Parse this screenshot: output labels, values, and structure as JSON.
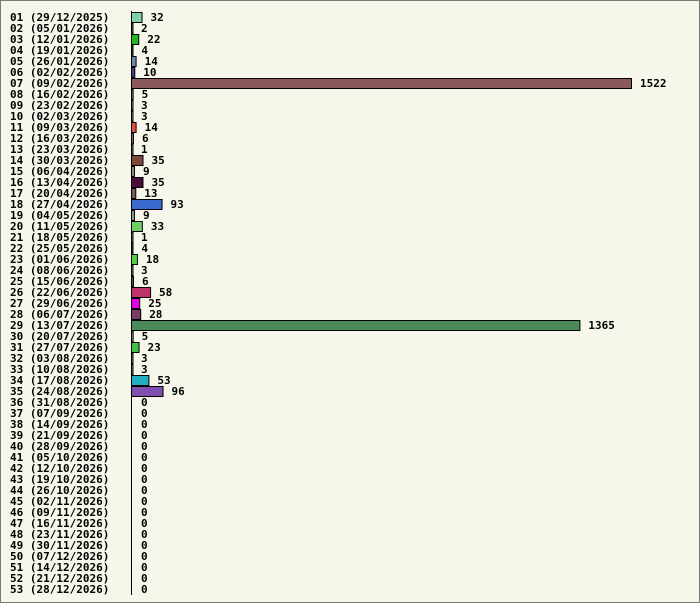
{
  "chart_data": {
    "type": "bar",
    "orientation": "horizontal",
    "background": "#f6f6ea",
    "categories": [
      "01 (29/12/2025)",
      "02 (05/01/2026)",
      "03 (12/01/2026)",
      "04 (19/01/2026)",
      "05 (26/01/2026)",
      "06 (02/02/2026)",
      "07 (09/02/2026)",
      "08 (16/02/2026)",
      "09 (23/02/2026)",
      "10 (02/03/2026)",
      "11 (09/03/2026)",
      "12 (16/03/2026)",
      "13 (23/03/2026)",
      "14 (30/03/2026)",
      "15 (06/04/2026)",
      "16 (13/04/2026)",
      "17 (20/04/2026)",
      "18 (27/04/2026)",
      "19 (04/05/2026)",
      "20 (11/05/2026)",
      "21 (18/05/2026)",
      "22 (25/05/2026)",
      "23 (01/06/2026)",
      "24 (08/06/2026)",
      "25 (15/06/2026)",
      "26 (22/06/2026)",
      "27 (29/06/2026)",
      "28 (06/07/2026)",
      "29 (13/07/2026)",
      "30 (20/07/2026)",
      "31 (27/07/2026)",
      "32 (03/08/2026)",
      "33 (10/08/2026)",
      "34 (17/08/2026)",
      "35 (24/08/2026)",
      "36 (31/08/2026)",
      "37 (07/09/2026)",
      "38 (14/09/2026)",
      "39 (21/09/2026)",
      "40 (28/09/2026)",
      "41 (05/10/2026)",
      "42 (12/10/2026)",
      "43 (19/10/2026)",
      "44 (26/10/2026)",
      "45 (02/11/2026)",
      "46 (09/11/2026)",
      "47 (16/11/2026)",
      "48 (23/11/2026)",
      "49 (30/11/2026)",
      "50 (07/12/2026)",
      "51 (14/12/2026)",
      "52 (21/12/2026)",
      "53 (28/12/2026)"
    ],
    "values": [
      32,
      2,
      22,
      4,
      14,
      10,
      1522,
      5,
      3,
      3,
      14,
      6,
      1,
      35,
      9,
      35,
      13,
      93,
      9,
      33,
      1,
      4,
      18,
      3,
      6,
      58,
      25,
      28,
      1365,
      5,
      23,
      3,
      3,
      53,
      96,
      0,
      0,
      0,
      0,
      0,
      0,
      0,
      0,
      0,
      0,
      0,
      0,
      0,
      0,
      0,
      0,
      0,
      0
    ],
    "colors": [
      "#7fcfa8",
      "#3a7a3a",
      "#22b522",
      "#2a5a2a",
      "#6a8aaa",
      "#4a3a8a",
      "#8a5a5a",
      "#5a8a5a",
      "#7a9a7a",
      "#7a9a7a",
      "#e05040",
      "#9a6a5a",
      "#7a9a7a",
      "#7a4a3a",
      "#8a8a8a",
      "#4a0a3a",
      "#7a5a5a",
      "#3a6ad0",
      "#8a9a8a",
      "#6ad060",
      "#7a9a7a",
      "#3a4a3a",
      "#55d040",
      "#7a9a7a",
      "#5a4a4a",
      "#c0306a",
      "#e000e0",
      "#7a3a6a",
      "#4a8a5a",
      "#7a9a7a",
      "#40c040",
      "#7a9a7a",
      "#7a9a7a",
      "#20b0c0",
      "#8050b0",
      "#000000",
      "#000000",
      "#000000",
      "#000000",
      "#000000",
      "#000000",
      "#000000",
      "#000000",
      "#000000",
      "#000000",
      "#000000",
      "#000000",
      "#000000",
      "#000000",
      "#000000",
      "#000000",
      "#000000",
      "#000000"
    ],
    "xlim": [
      0,
      1522
    ],
    "title": "",
    "xlabel": "",
    "ylabel": "",
    "grid": false,
    "legend": "none",
    "data_labels": true
  }
}
